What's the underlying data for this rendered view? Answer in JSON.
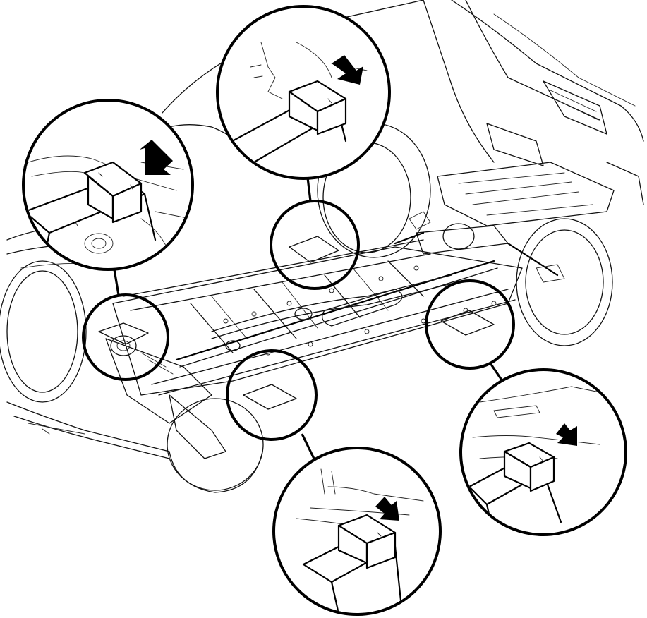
{
  "diagram": {
    "type": "technical-illustration",
    "subject": "vehicle-underbody-jack-points",
    "callout_count": 4,
    "detail_circle_count": 4,
    "arrow-icon": "filled-pointer-arrow",
    "colors": {
      "line": "#000000",
      "background": "#ffffff"
    }
  }
}
